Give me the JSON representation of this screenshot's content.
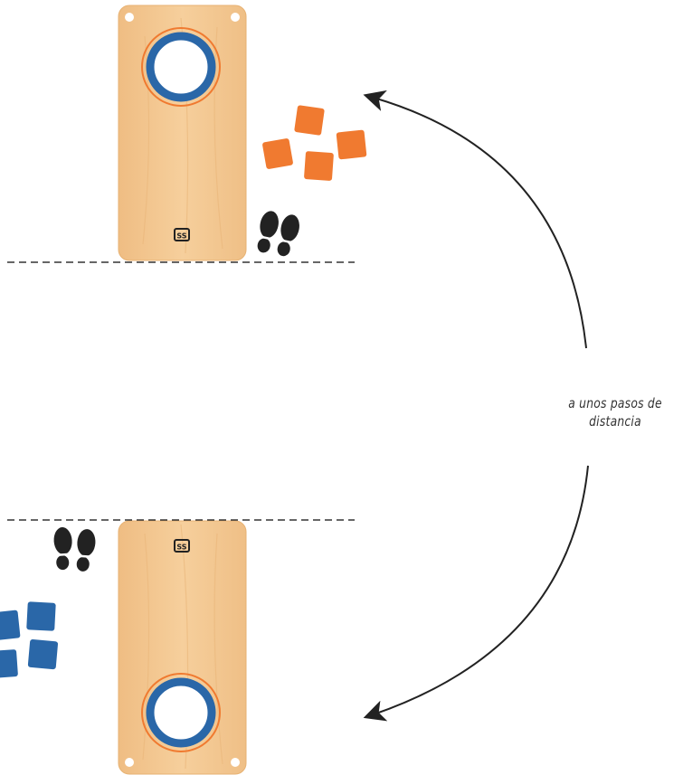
{
  "caption": {
    "line1": "a unos pasos de",
    "line2": "distancia"
  },
  "board_logo": "SS",
  "colors": {
    "wood": "#f3c58c",
    "wood_dark": "#e8ad6c",
    "hole_ring": "#2a67a8",
    "hole_outline": "#f07a30",
    "orange_bag": "#f07a30",
    "blue_bag": "#2a67a8",
    "footprint": "#222222",
    "line": "#333333"
  },
  "bags": {
    "orange_count": 4,
    "blue_count": 4
  }
}
